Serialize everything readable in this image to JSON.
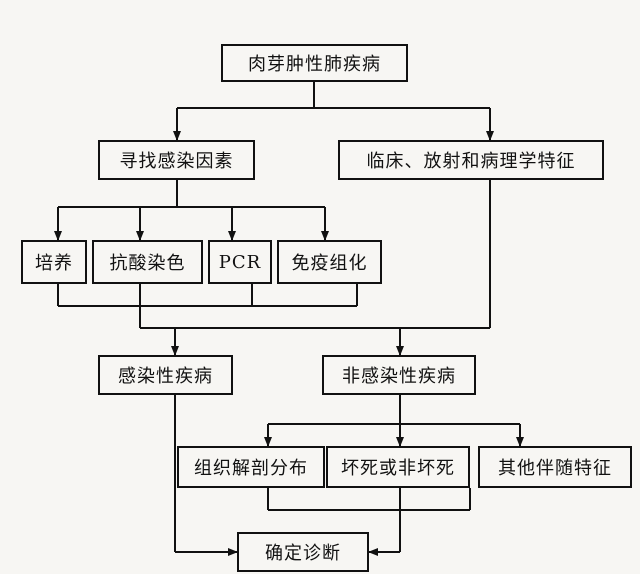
{
  "nodes": {
    "root": "肉芽肿性肺疾病",
    "infection_factors": "寻找感染因素",
    "clinical_features": "临床、放射和病理学特征",
    "culture": "培养",
    "acid_fast": "抗酸染色",
    "pcr": "PCR",
    "ihc": "免疫组化",
    "infectious": "感染性疾病",
    "non_infectious": "非感染性疾病",
    "tissue_distribution": "组织解剖分布",
    "necrosis": "坏死或非坏死",
    "other_features": "其他伴随特征",
    "diagnosis": "确定诊断"
  },
  "colors": {
    "line": "#111111",
    "background": "#f7f6f3"
  }
}
